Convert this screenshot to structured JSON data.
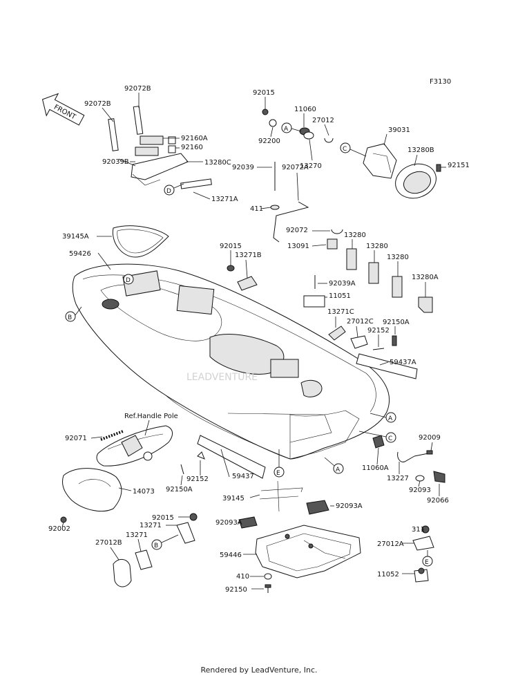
{
  "figure_code": "F3130",
  "front_label": "FRONT",
  "ref_note": "Ref.Handle Pole",
  "footer": "Rendered by LeadVenture, Inc.",
  "watermark": "LEADVENTURE",
  "callouts": {
    "a": "A",
    "b": "B",
    "c": "C",
    "d": "D",
    "e": "E"
  },
  "part_labels": {
    "p92072B_1": "92072B",
    "p92072B_2": "92072B",
    "p92160A": "92160A",
    "p92160": "92160",
    "p13280C": "13280C",
    "p92039B": "92039B",
    "p13271A": "13271A",
    "p92015_a": "92015",
    "p11060": "11060",
    "p27012": "27012",
    "p92200": "92200",
    "p13270": "13270",
    "p39031": "39031",
    "p13280B": "13280B",
    "p92151": "92151",
    "p92039": "92039",
    "p92072A": "92072A",
    "p411": "411",
    "p92072": "92072",
    "p13280_a": "13280",
    "p13091": "13091",
    "p13280_b": "13280",
    "p13280_c": "13280",
    "p39145A": "39145A",
    "p59426": "59426",
    "p92015_b": "92015",
    "p13271B": "13271B",
    "p92039A": "92039A",
    "p11051": "11051",
    "p13280A": "13280A",
    "p13271C": "13271C",
    "p27012C": "27012C",
    "p92150A_a": "92150A",
    "p92152_a": "92152",
    "p59437A": "59437A",
    "p92071": "92071",
    "p11060A": "11060A",
    "p92009": "92009",
    "p13227": "13227",
    "p92093": "92093",
    "p92066": "92066",
    "p92152_b": "92152",
    "p92150A_b": "92150A",
    "p59437": "59437",
    "p14073": "14073",
    "p39145": "39145",
    "p92093A_a": "92093A",
    "p92093A_b": "92093A",
    "p92002": "92002",
    "p92015_c": "92015",
    "p13271_a": "13271",
    "p13271_b": "13271",
    "p27012B": "27012B",
    "p311": "311",
    "p27012A": "27012A",
    "p59446": "59446",
    "p410": "410",
    "p11052": "11052",
    "p92150": "92150"
  }
}
